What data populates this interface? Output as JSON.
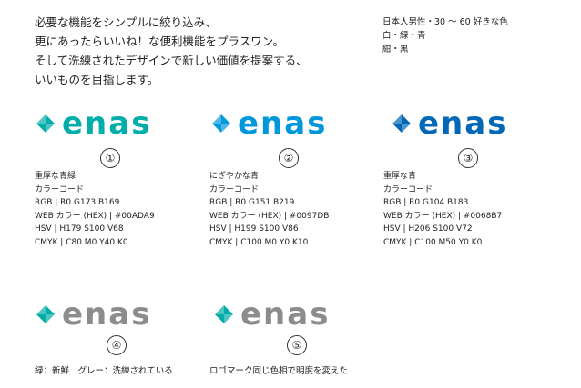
{
  "intro": {
    "lines": [
      "必要な機能をシンプルに絞り込み、",
      "更にあったらいいね！な便利機能をプラスワン。",
      "そして洗練されたデザインで新しい価値を提案する、",
      "いいものを目指します。"
    ]
  },
  "target": {
    "lines": [
      "日本人男性・30 ～ 60 好きな色",
      "白・緑・青",
      "紺・黒"
    ]
  },
  "brand": {
    "wordmark": "enas"
  },
  "variants": [
    {
      "number": "①",
      "color": "#00ADA9",
      "spec": [
        "重厚な青緑",
        "カラーコード",
        "RGB | R0 G173 B169",
        "WEB カラー (HEX) | #00ADA9",
        "HSV | H179 S100 V68",
        "CMYK | C80 M0 Y40 K0"
      ]
    },
    {
      "number": "②",
      "color": "#0097DB",
      "spec": [
        "にぎやかな青",
        "カラーコード",
        "RGB | R0 G151 B219",
        "WEB カラー (HEX) | #0097DB",
        "HSV | H199 S100 V86",
        "CMYK | C100 M0 Y0 K10"
      ]
    },
    {
      "number": "③",
      "color": "#0068B7",
      "spec": [
        "重厚な青",
        "カラーコード",
        "RGB | R0 G104 B183",
        "WEB カラー (HEX) | #0068B7",
        "HSV | H206 S100 V72",
        "CMYK | C100 M50 Y0 K0"
      ]
    },
    {
      "number": "④",
      "color": "#00ADA9",
      "text_color": "#8C8C8C",
      "caption": "緑：新鮮　グレー：洗練されている"
    },
    {
      "number": "⑤",
      "color": "#00ADA9",
      "text_color": "#8C8C8C",
      "caption": "ロゴマーク同じ色相で明度を変えた"
    }
  ]
}
